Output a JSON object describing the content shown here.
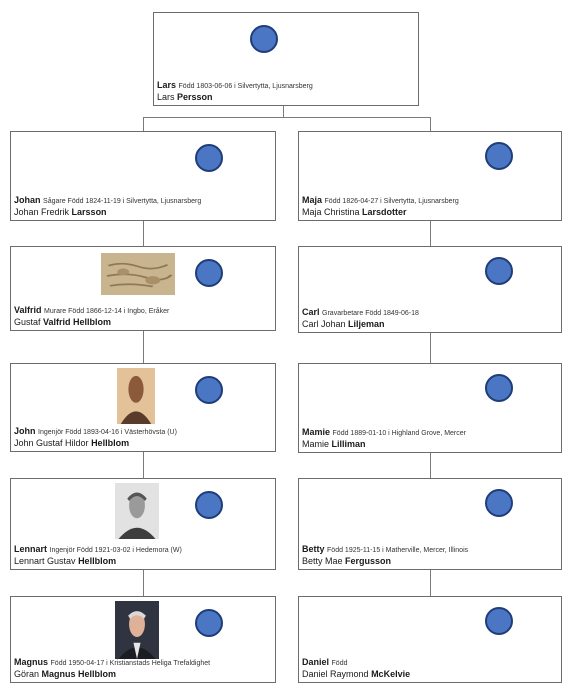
{
  "root": {
    "given": "Lars",
    "detail": "Född 1803-06-06 i Silvertytta, Ljusnarsberg",
    "full_given": "Lars",
    "surname": "Persson"
  },
  "left": [
    {
      "given": "Johan",
      "detail": "Sågare  Född 1824-11-19 i Silvertytta, Ljusnarsberg",
      "full_given": "Johan Fredrik",
      "surname": "Larsson",
      "photo": ""
    },
    {
      "given": "Valfrid",
      "detail": "Murare  Född 1866-12-14 i Ingbo, Eråker",
      "full_given": "Gustaf",
      "surname": "Valfrid Hellblom",
      "photo": "relief"
    },
    {
      "given": "John",
      "detail": "Ingenjör  Född 1893-04-16 i Västerhövsta (U)",
      "full_given": "John Gustaf Hildor",
      "surname": "Hellblom",
      "photo": "portrait"
    },
    {
      "given": "Lennart",
      "detail": "Ingenjör  Född 1921-03-02 i Hedemora (W)",
      "full_given": "Lennart Gustav",
      "surname": "Hellblom",
      "photo": "bw"
    },
    {
      "given": "Magnus",
      "detail": "Född 1950-04-17 i Kristianstads Heliga Trefaldighet",
      "full_given": "Göran",
      "surname": "Magnus Hellblom",
      "photo": "color"
    }
  ],
  "right": [
    {
      "given": "Maja",
      "detail": "Född 1826-04-27 i Silvertytta, Ljusnarsberg",
      "full_given": "Maja Christina",
      "surname": "Larsdotter"
    },
    {
      "given": "Carl",
      "detail": "Gravarbetare  Född 1849-06-18",
      "full_given": "Carl Johan",
      "surname": "Liljeman"
    },
    {
      "given": "Mamie",
      "detail": "Född 1889-01-10 i Highland Grove, Mercer",
      "full_given": "Mamie",
      "surname": "Lilliman"
    },
    {
      "given": "Betty",
      "detail": "Född 1925-11-15 i Matherville, Mercer, Illinois",
      "full_given": "Betty Mae",
      "surname": "Fergusson"
    },
    {
      "given": "Daniel",
      "detail": "Född",
      "full_given": "Daniel Raymond",
      "surname": "McKelvie"
    }
  ],
  "colors": {
    "dot_fill": "#4a76c4",
    "dot_stroke": "#1f3d7a",
    "card_border": "#6c6c6c",
    "connector": "#7a7a7a"
  }
}
